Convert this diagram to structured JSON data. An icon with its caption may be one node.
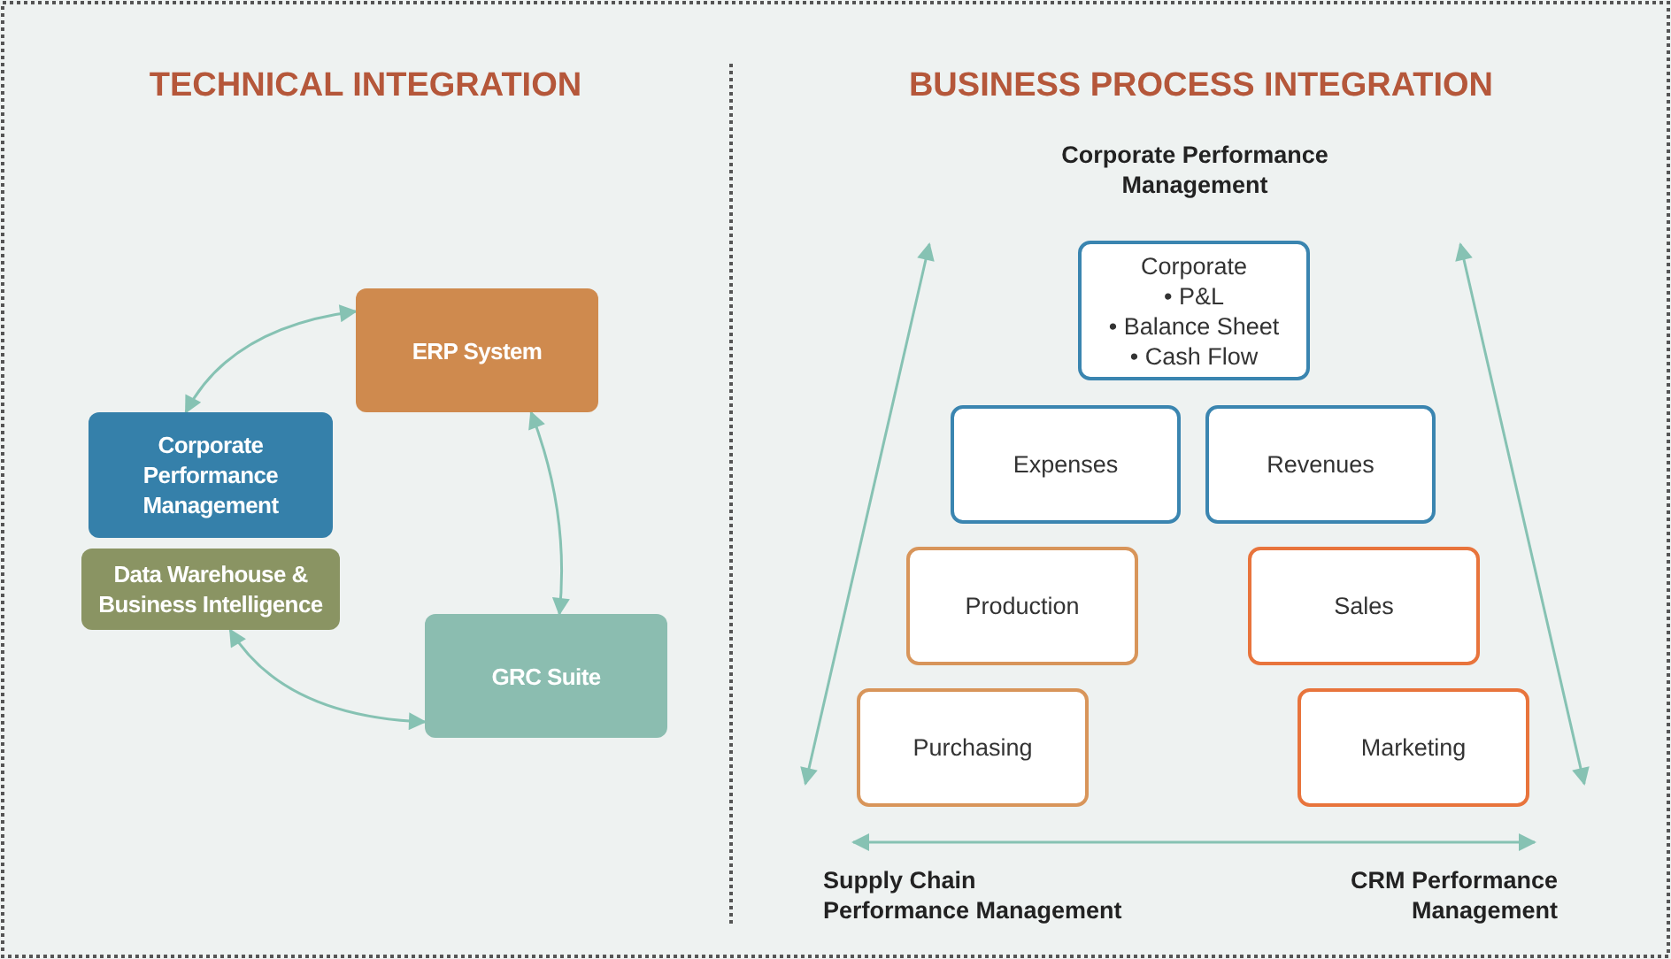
{
  "diagram": {
    "nodes": [
      {
        "text": [
          "ERP System"
        ]
      },
      {
        "text": [
          "Corporate Performance Management"
        ]
      },
      {
        "text": [
          "Data Warehouse & Business Intelligence"
        ]
      },
      {
        "text": [
          "GRC Suite"
        ]
      },
      {
        "text": [
          "Corporate",
          "• P&L",
          "• Balance Sheet",
          "• Cash Flow"
        ]
      },
      {
        "text": [
          "Expenses"
        ]
      },
      {
        "text": [
          "Revenues"
        ]
      },
      {
        "text": [
          "Production"
        ]
      },
      {
        "text": [
          "Sales"
        ]
      },
      {
        "text": [
          "Purchasing"
        ]
      },
      {
        "text": [
          "Marketing"
        ]
      },
      {
        "text": [
          "Supply Chain Performance Management"
        ]
      },
      {
        "text": [
          "CRM Performance Management"
        ]
      }
    ],
    "edges": [
      {
        "from": 0,
        "to": 1,
        "arrow": "both"
      },
      {
        "from": 0,
        "to": 3,
        "arrow": "both"
      },
      {
        "from": 2,
        "to": 3,
        "arrow": "both"
      },
      {
        "from": 11,
        "to": 12,
        "arrow": "both"
      }
    ],
    "labels": [
      "TECHNICAL INTEGRATION",
      "BUSINESS PROCESS INTEGRATION",
      "Corporate Performance Management"
    ]
  }
}
